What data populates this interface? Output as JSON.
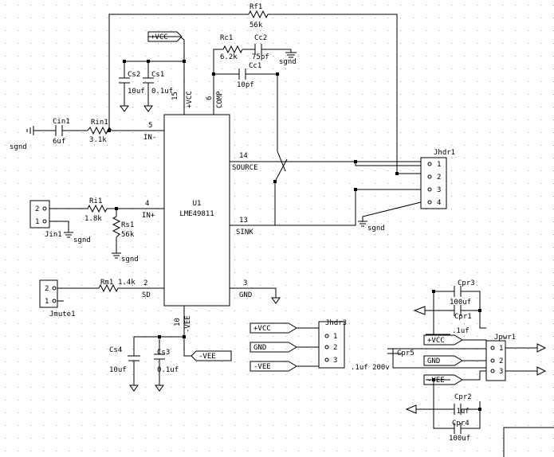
{
  "ic": {
    "refdes": "U1",
    "part": "LME49811",
    "pins": {
      "p5": "5",
      "in_minus": "IN-",
      "p4": "4",
      "in_plus": "IN+",
      "p2": "2",
      "sd": "SD",
      "p15": "15",
      "vcc": "+VCC",
      "p6": "6",
      "comp": "COMP",
      "p14": "14",
      "source": "SOURCE",
      "p13": "13",
      "sink": "SINK",
      "p3": "3",
      "gnd": "GND",
      "p10": "10",
      "vee": "-VEE"
    }
  },
  "components": {
    "rf1": {
      "name": "Rf1",
      "value": "56k"
    },
    "rc1": {
      "name": "Rc1",
      "value": "6.2k"
    },
    "cc2": {
      "name": "Cc2",
      "value": "75pf"
    },
    "cc1": {
      "name": "Cc1",
      "value": "10pf"
    },
    "cs2": {
      "name": "Cs2",
      "value": "10uf"
    },
    "cs1": {
      "name": "Cs1",
      "value": "0.1uf"
    },
    "cin1": {
      "name": "Cin1",
      "value": "6uf"
    },
    "rin1": {
      "name": "Rin1",
      "value": "3.1k"
    },
    "ri1": {
      "name": "Ri1",
      "value": "1.8k"
    },
    "rs1": {
      "name": "Rs1",
      "value": "56k"
    },
    "rm1": {
      "name": "Rm1",
      "value": "1.4k"
    },
    "cs4": {
      "name": "Cs4",
      "value": "10uf"
    },
    "cs3": {
      "name": "Cs3",
      "value": "0.1uf"
    },
    "cpr3": {
      "name": "Cpr3",
      "value": "100uf"
    },
    "cpr1": {
      "name": "Cpr1",
      "value": ".1uf"
    },
    "cpr5": {
      "name": "Cpr5",
      "value": ".1uf 200v"
    },
    "cpr2": {
      "name": "Cpr2",
      "value": ".1uf"
    },
    "cpr4": {
      "name": "Cpr4",
      "value": "100uf"
    }
  },
  "connectors": {
    "jhdr1": {
      "name": "Jhdr1",
      "pins": [
        "1",
        "2",
        "3",
        "4"
      ]
    },
    "jin1": {
      "name": "Jin1",
      "pins": [
        "2",
        "1"
      ]
    },
    "jmute1": {
      "name": "Jmute1",
      "pins": [
        "2",
        "1"
      ]
    },
    "jhdr3": {
      "name": "Jhdr3",
      "pins": [
        "1",
        "2",
        "3"
      ]
    },
    "jpwr1": {
      "name": "Jpwr1",
      "pins": [
        "1",
        "2",
        "3"
      ]
    }
  },
  "nets": {
    "sgnd": "sgnd",
    "vcc": "+VCC",
    "gnd": "GND",
    "vee": "-VEE"
  }
}
